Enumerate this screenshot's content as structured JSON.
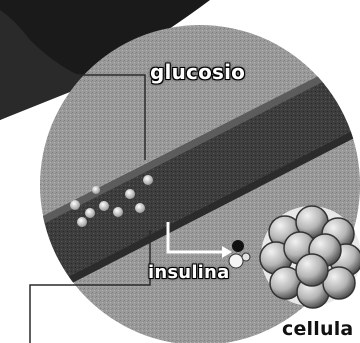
{
  "labels": {
    "glucose": "glucosio",
    "insulin": "insulina",
    "cell": "cellula"
  },
  "colors": {
    "background": "#ffffff",
    "magnifier_disc": "#9a9a9a",
    "vessel_band": "#3d3d3d",
    "dark_tissue": "#1a1a1a",
    "leader_line": "#2a2a2a",
    "cell_sphere": "#bdbdbd"
  },
  "icons": {
    "glucose_particles": "glucose-particle-icon",
    "insulin_molecule": "insulin-molecule-icon",
    "cell_cluster": "cell-cluster-icon",
    "arrow": "arrow-right-icon"
  }
}
